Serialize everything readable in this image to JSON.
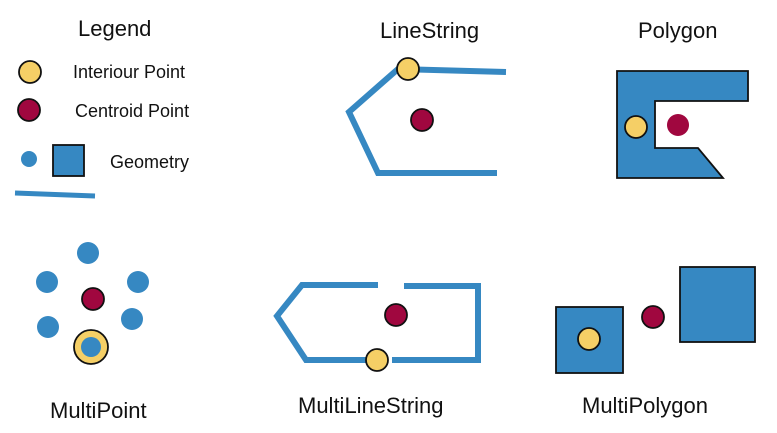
{
  "legend": {
    "title": "Legend",
    "interior_point_label": "Interiour Point",
    "centroid_point_label": "Centroid Point",
    "geometry_label": "Geometry"
  },
  "panels": {
    "linestring": {
      "title": "LineString"
    },
    "polygon": {
      "title": "Polygon"
    },
    "multipoint": {
      "title": "MultiPoint"
    },
    "multilinestring": {
      "title": "MultiLineString"
    },
    "multipolygon": {
      "title": "MultiPolygon"
    }
  },
  "colors": {
    "interior_point": "#F5CF66",
    "centroid_point": "#A0073F",
    "geometry": "#3688C2",
    "outline": "#111111"
  }
}
